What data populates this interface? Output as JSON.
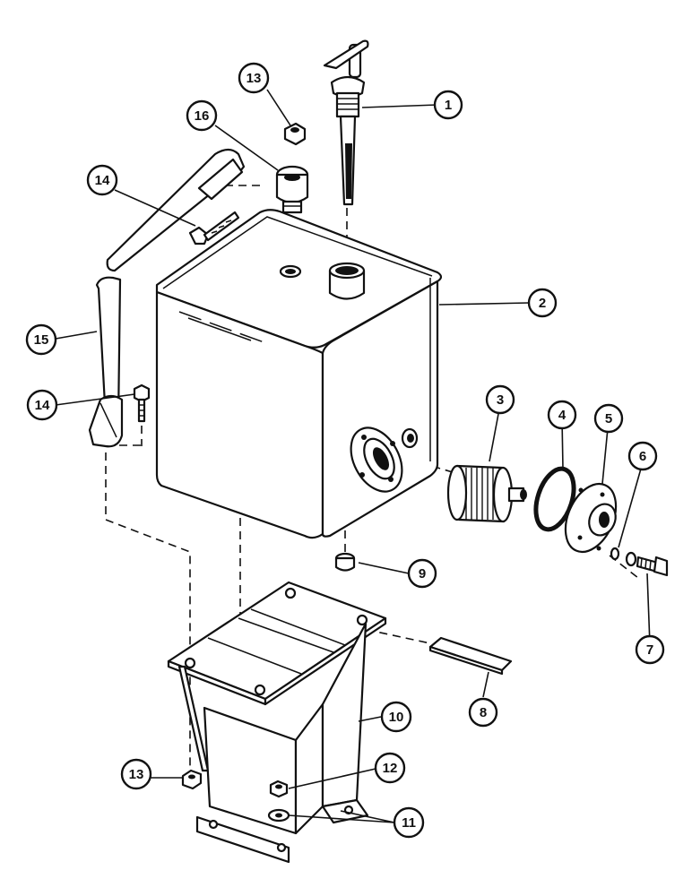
{
  "callouts": {
    "c1": "1",
    "c2": "2",
    "c3": "3",
    "c4": "4",
    "c5": "5",
    "c6": "6",
    "c7": "7",
    "c8": "8",
    "c9": "9",
    "c10": "10",
    "c11": "11",
    "c12": "12",
    "c13a": "13",
    "c13b": "13",
    "c14a": "14",
    "c14b": "14",
    "c15": "15",
    "c16": "16"
  }
}
